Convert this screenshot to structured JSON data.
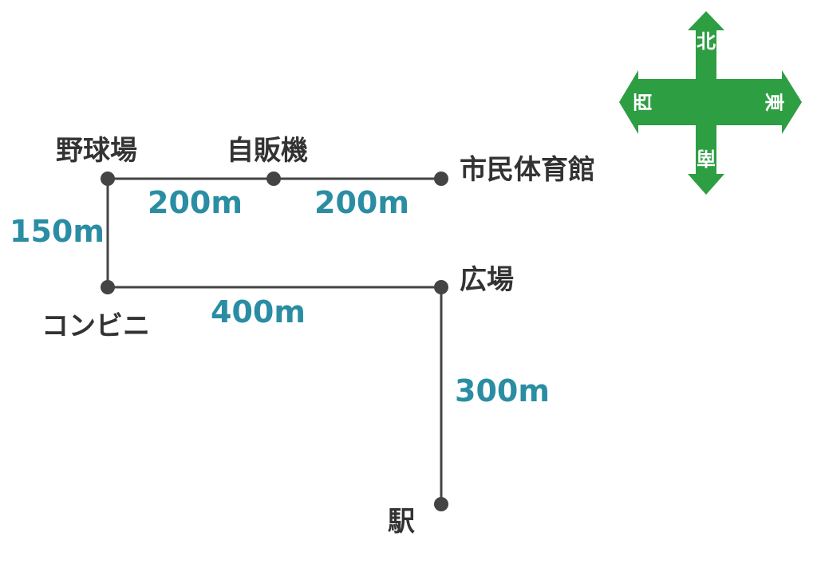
{
  "colors": {
    "route": "#444444",
    "place_text": "#333333",
    "distance_text": "#2a8da3",
    "compass": "#2e9e43",
    "compass_text": "#ffffff",
    "background": "#ffffff"
  },
  "places": {
    "stadium": "野球場",
    "vending_machine": "自販機",
    "gymnasium": "市民体育館",
    "convenience_store": "コンビニ",
    "plaza": "広場",
    "station": "駅"
  },
  "distances": {
    "stadium_to_vending": "200m",
    "vending_to_gymnasium": "200m",
    "stadium_to_convenience": "150m",
    "convenience_to_plaza": "400m",
    "plaza_to_station": "300m"
  },
  "compass": {
    "north": "北",
    "south": "南",
    "east": "東",
    "west": "西"
  }
}
